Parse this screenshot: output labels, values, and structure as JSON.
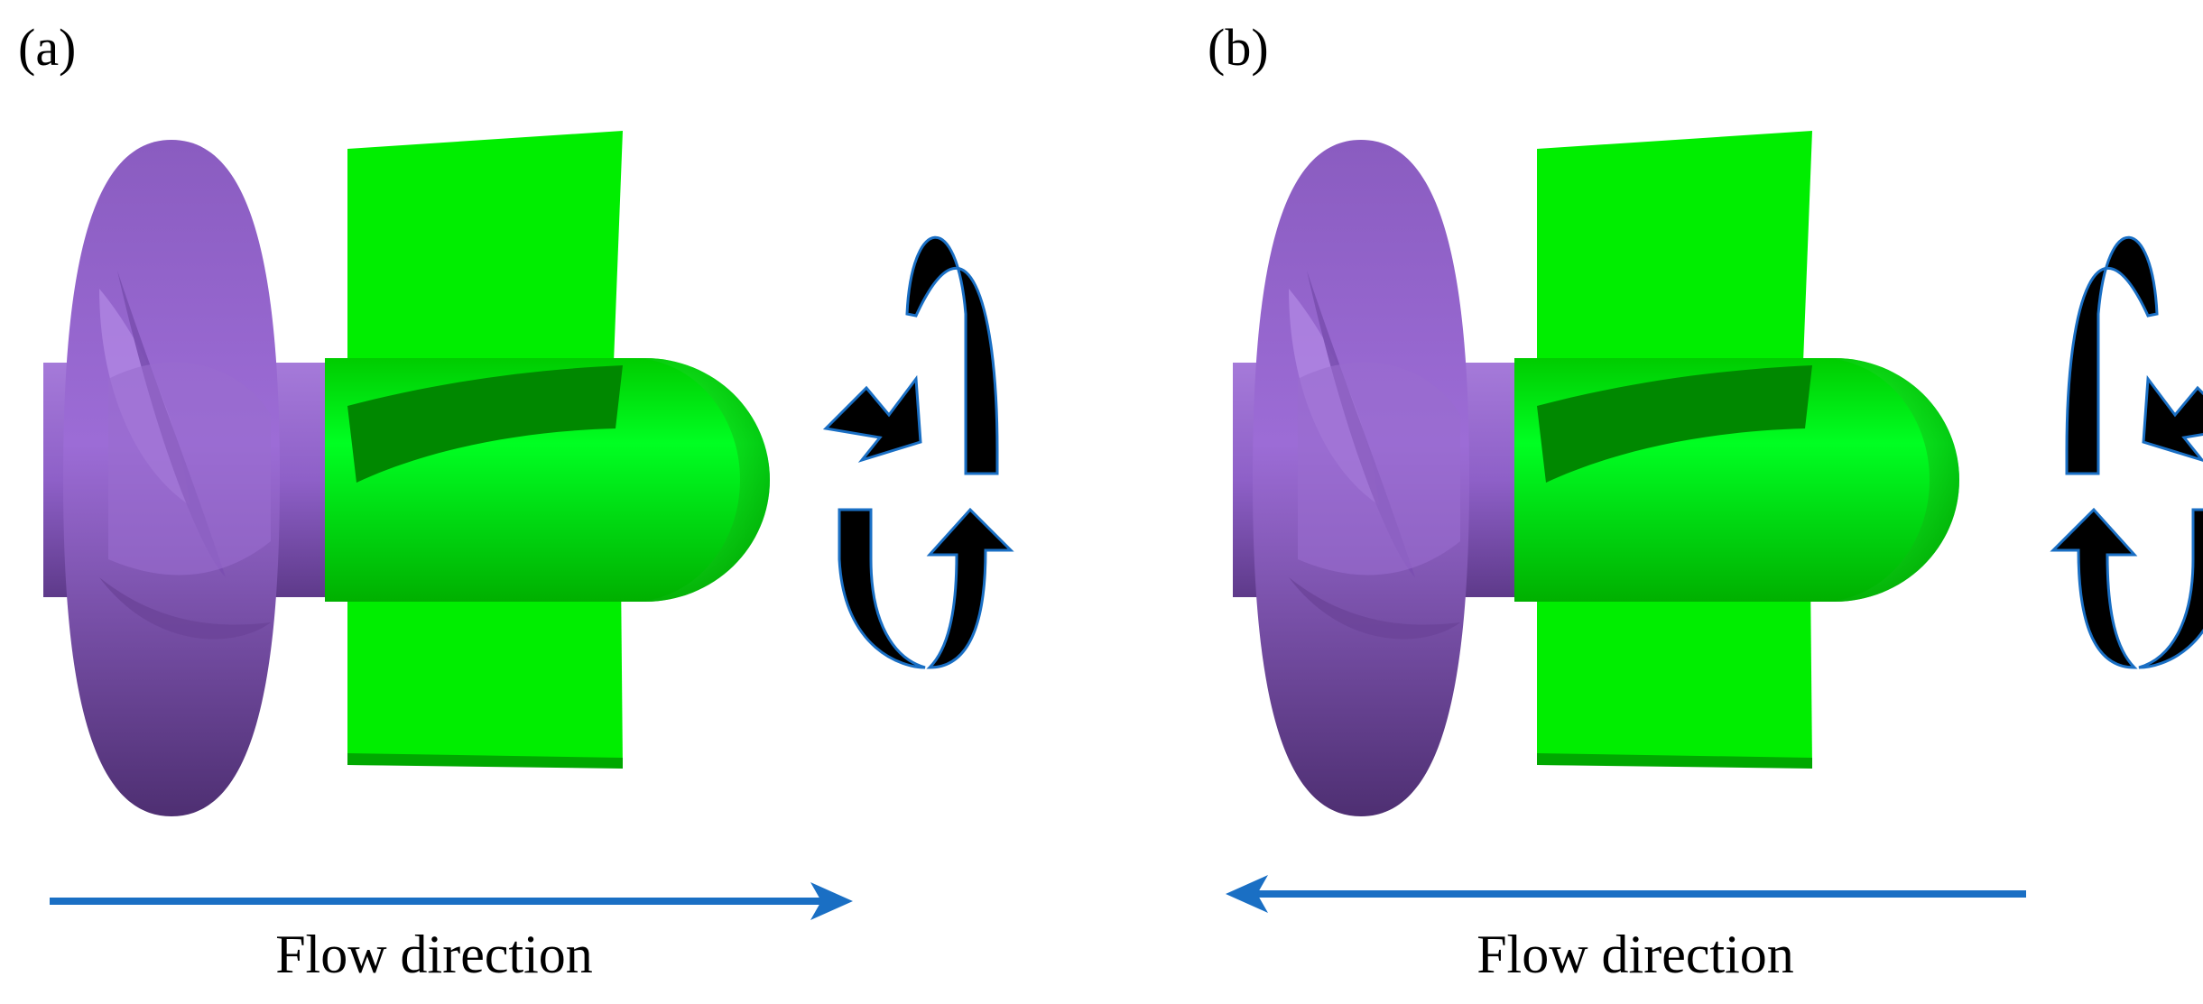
{
  "panels": [
    {
      "label": "(a)",
      "flow_label": "Flow direction",
      "flow_direction": "right",
      "rotation": "clockwise-arrows-left"
    },
    {
      "label": "(b)",
      "flow_label": "Flow direction",
      "flow_direction": "left",
      "rotation": "arrows-right"
    }
  ],
  "colors": {
    "impeller": "#8b5cc4",
    "guide_vane": "#00ee00",
    "flow_arrow": "#1a6fc4",
    "rotation_arrow": "#000000"
  }
}
